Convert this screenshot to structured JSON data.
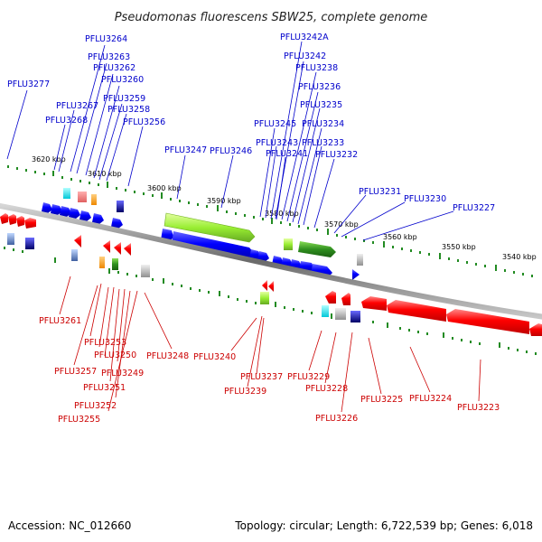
{
  "title": "Pseudomonas fluorescens SBW25, complete genome",
  "footer": {
    "accession": "Accession: NC_012660",
    "topology": "Topology: circular; Length: 6,722,539 bp; Genes: 6,018"
  },
  "colors": {
    "forward_strand": "#0000ff",
    "reverse_strand": "#ff0000",
    "forward_label": "#0000cc",
    "reverse_label": "#cc0000",
    "backbone": "#888888",
    "ticks": "#228b22",
    "highlight_gene": "#99ee33"
  },
  "scale_labels": [
    "3620 kbp",
    "3610 kbp",
    "3600 kbp",
    "3590 kbp",
    "3580 kbp",
    "3570 kbp",
    "3560 kbp",
    "3550 kbp",
    "3540 kbp"
  ],
  "forward_labels": [
    "PFLU3264",
    "PFLU3263",
    "PFLU3262",
    "PFLU3260",
    "PFLU3277",
    "PFLU3259",
    "PFLU3267",
    "PFLU3258",
    "PFLU3268",
    "PFLU3256",
    "PFLU3247",
    "PFLU3246",
    "PFLU3242A",
    "PFLU3242",
    "PFLU3238",
    "PFLU3236",
    "PFLU3235",
    "PFLU3245",
    "PFLU3234",
    "PFLU3243",
    "PFLU3233",
    "PFLU3241",
    "PFLU3232",
    "PFLU3231",
    "PFLU3230",
    "PFLU3227"
  ],
  "reverse_labels": [
    "PFLU3261",
    "PFLU3253",
    "PFLU3250",
    "PFLU3248",
    "PFLU3257",
    "PFLU3249",
    "PFLU3251",
    "PFLU3252",
    "PFLU3255",
    "PFLU3240",
    "PFLU3237",
    "PFLU3239",
    "PFLU3229",
    "PFLU3228",
    "PFLU3226",
    "PFLU3225",
    "PFLU3224",
    "PFLU3223"
  ]
}
